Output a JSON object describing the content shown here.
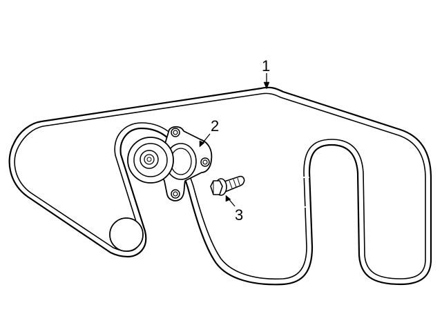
{
  "callouts": [
    {
      "id": "1",
      "label": "1",
      "part": "serpentine-belt"
    },
    {
      "id": "2",
      "label": "2",
      "part": "belt-tensioner"
    },
    {
      "id": "3",
      "label": "3",
      "part": "tensioner-bolt"
    }
  ],
  "colors": {
    "line": "#000000",
    "background": "#ffffff",
    "fill": "#ffffff"
  }
}
